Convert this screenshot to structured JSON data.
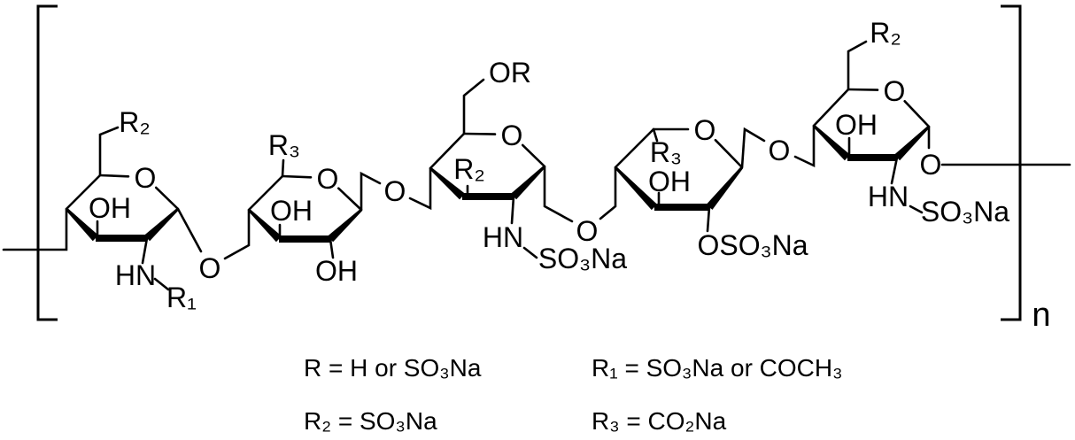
{
  "molecule": {
    "ring1": {
      "c6_substituent": "R₂",
      "ring_oxygen": "O",
      "hydroxyl": "OH",
      "amine": "HN",
      "amine_substituent": "R₁"
    },
    "o12": "O",
    "ring2": {
      "c5_substituent": "R₃",
      "ring_oxygen": "O",
      "hydroxyl_inner": "OH",
      "hydroxyl_lower": "OH"
    },
    "o23": "O",
    "ring3": {
      "c6_substituent": "OR",
      "ring_oxygen": "O",
      "c3_substituent": "R₂",
      "amine": "HN",
      "n_sulfate": "SO₃Na"
    },
    "o34": "O",
    "ring4": {
      "c5_substituent": "R₃",
      "ring_oxygen": "O",
      "hydroxyl": "OH",
      "o_sulfate": "OSO₃Na"
    },
    "o45": "O",
    "ring5": {
      "c6_substituent": "R₂",
      "ring_oxygen": "O",
      "hydroxyl": "OH",
      "amine": "HN",
      "n_sulfate": "SO₃Na",
      "anomeric_oxygen": "O"
    },
    "repeat_index": "n"
  },
  "legend": {
    "r_line": "R = H or SO₃Na",
    "r1_line": "R₁ = SO₃Na or COCH₃",
    "r2_line": "R₂ = SO₃Na",
    "r3_line": "R₃ = CO₂Na"
  }
}
